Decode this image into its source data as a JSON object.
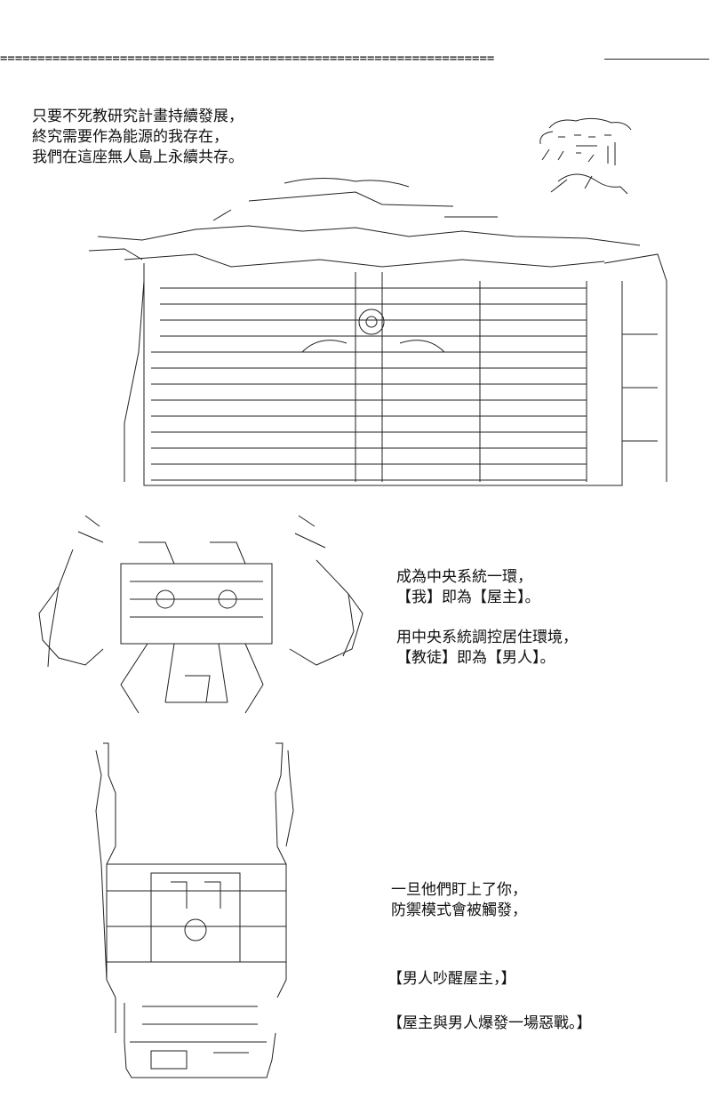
{
  "header": {
    "rule_text": "=================================================================="
  },
  "panel1": {
    "lines": [
      "只要不死教研究計畫持續發展，",
      "終究需要作為能源的我存在，",
      "我們在這座無人島上永續共存。"
    ]
  },
  "panel2": {
    "lines_a": [
      "成為中央系統一環，",
      "【我】即為【屋主】。"
    ],
    "lines_b": [
      "用中央系統調控居住環境，",
      "【教徒】即為【男人】。"
    ]
  },
  "panel3": {
    "lines_a": [
      "一旦他們盯上了你，",
      "防禦模式會被觸發，"
    ],
    "line_b": "【男人吵醒屋主，】",
    "line_c": "【屋主與男人爆發一場惡戰。】"
  },
  "art": {
    "creature_face": "ASCII art face in upper right",
    "building": "ASCII art large building structure",
    "machine": "ASCII art central system machine",
    "tower": "ASCII art tall twin-tower structure"
  }
}
